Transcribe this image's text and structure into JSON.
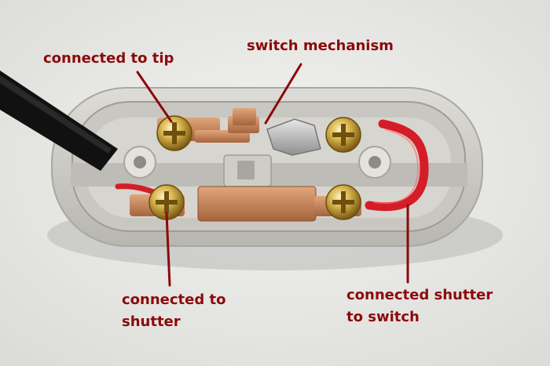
{
  "annotations": {
    "tip": "connected to tip",
    "switch_mechanism": "switch mechanism",
    "shutter_line1": "connected to",
    "shutter_line2": "shutter",
    "shutter_switch_line1": "connected shutter",
    "shutter_switch_line2": "to switch"
  },
  "colors": {
    "annotation": "#8b0a0a",
    "background": "#e9e9e7",
    "housing": "#d1cfca",
    "copper": "#c98a5c",
    "brass": "#c9a33a",
    "wire_red": "#d41d28",
    "cable_black": "#111111"
  }
}
